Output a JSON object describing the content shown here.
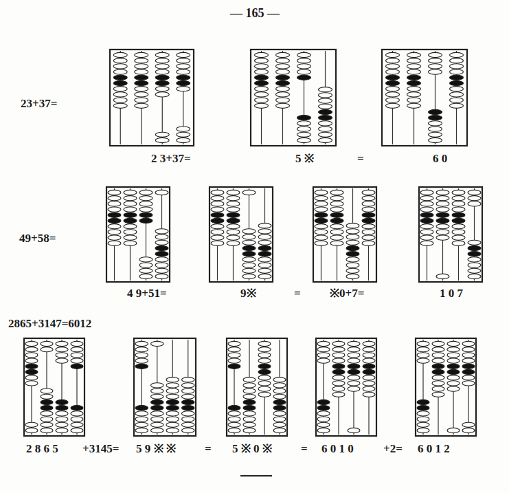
{
  "diagram": {
    "labels": [
      "— 165 —",
      "23+37=",
      "2 3+37=",
      "5 ※",
      "=",
      "6 0",
      "49+58=",
      "4 9+51=",
      "9※",
      "=",
      "※0+7=",
      "1 0 7",
      "2865+3147=6012",
      "2 8 6 5",
      "+3145=",
      "5 9 ※ ※",
      "=",
      "5 ※ 0 ※",
      "=",
      "6 0 1 0",
      "+2=",
      "6 0 1 2"
    ]
  }
}
